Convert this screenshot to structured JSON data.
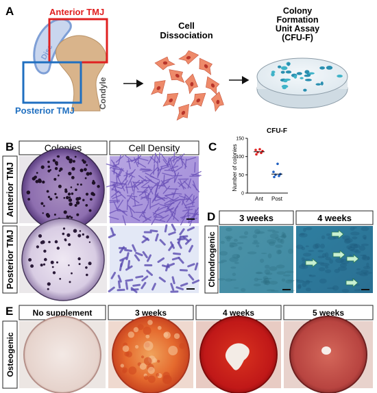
{
  "panels": {
    "A": {
      "letter": "A",
      "anterior_label": "Anterior TMJ",
      "posterior_label": "Posterior TMJ",
      "disc_label": "Disc",
      "condyle_label": "Condyle",
      "step2_line1": "Cell",
      "step2_line2": "Dissociation",
      "step3_line1": "Colony",
      "step3_line2": "Formation",
      "step3_line3": "Unit Assay",
      "step3_line4": "(CFU-F)",
      "colors": {
        "anterior": "#e02020",
        "posterior": "#1f6fc0",
        "disc": "#7e9fd6",
        "condyle": "#d9b48b",
        "cells": "#e8674a"
      }
    },
    "B": {
      "letter": "B",
      "col_colonies": "Colonies",
      "col_density": "Cell Density",
      "row_anterior": "Anterior TMJ",
      "row_posterior": "Posterior TMJ"
    },
    "C": {
      "letter": "C",
      "title": "CFU-F",
      "ylabel": "Number of colonies",
      "ticks": [
        "0",
        "50",
        "100",
        "150"
      ],
      "categories": [
        "Ant",
        "Post"
      ]
    },
    "D": {
      "letter": "D",
      "row_label": "Chondrogenic",
      "col_1": "3 weeks",
      "col_2": "4 weeks"
    },
    "E": {
      "letter": "E",
      "row_label": "Osteogenic",
      "col_1": "No supplement",
      "col_2": "3 weeks",
      "col_3": "4 weeks",
      "col_4": "5 weeks"
    }
  },
  "chart_data": {
    "type": "scatter",
    "title": "CFU-F",
    "ylabel": "Number of colonies",
    "xlabel": "",
    "categories": [
      "Ant",
      "Post"
    ],
    "ylim": [
      0,
      150
    ],
    "series": [
      {
        "category": "Ant",
        "color": "#e02020",
        "values": [
          106,
          110,
          112,
          115,
          118,
          120
        ],
        "mean": 113
      },
      {
        "category": "Post",
        "color": "#1f5fc0",
        "values": [
          44,
          47,
          50,
          52,
          58,
          80
        ],
        "mean": 52
      }
    ]
  }
}
